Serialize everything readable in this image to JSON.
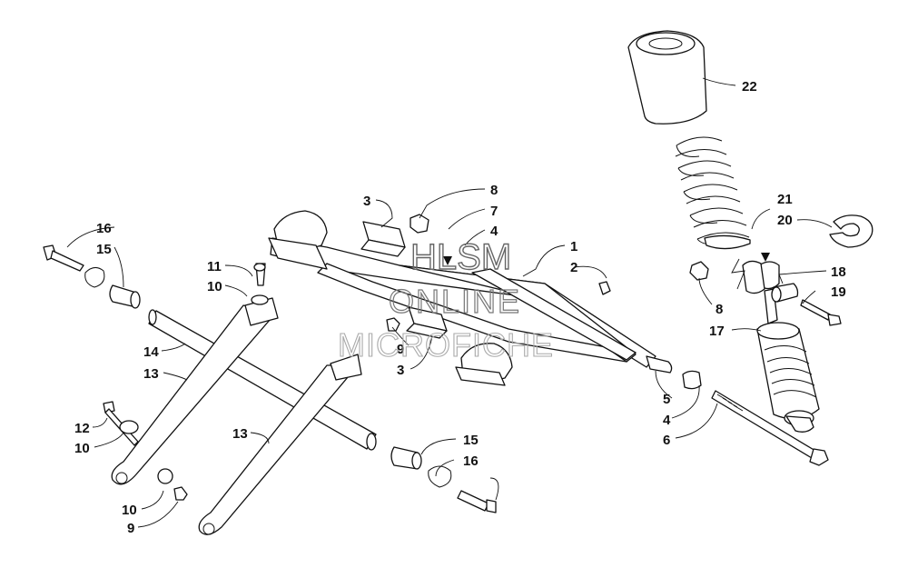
{
  "watermark": {
    "line1": "HLSM",
    "line2": "ONLINE",
    "line3": "MICROFICHE"
  },
  "callouts": [
    {
      "id": "c22",
      "text": "22"
    },
    {
      "id": "c21",
      "text": "21"
    },
    {
      "id": "c20",
      "text": "20"
    },
    {
      "id": "c18",
      "text": "18"
    },
    {
      "id": "c19",
      "text": "19"
    },
    {
      "id": "c8r",
      "text": "8"
    },
    {
      "id": "c17",
      "text": "17"
    },
    {
      "id": "c8t",
      "text": "8"
    },
    {
      "id": "c7",
      "text": "7"
    },
    {
      "id": "c4t",
      "text": "4"
    },
    {
      "id": "c3t",
      "text": "3"
    },
    {
      "id": "c1",
      "text": "1"
    },
    {
      "id": "c2",
      "text": "2"
    },
    {
      "id": "c9m",
      "text": "9"
    },
    {
      "id": "c3m",
      "text": "3"
    },
    {
      "id": "c5",
      "text": "5"
    },
    {
      "id": "c4m",
      "text": "4"
    },
    {
      "id": "c6",
      "text": "6"
    },
    {
      "id": "c11",
      "text": "11"
    },
    {
      "id": "c10t",
      "text": "10"
    },
    {
      "id": "c16t",
      "text": "16"
    },
    {
      "id": "c15t",
      "text": "15"
    },
    {
      "id": "c14",
      "text": "14"
    },
    {
      "id": "c13l",
      "text": "13"
    },
    {
      "id": "c12",
      "text": "12"
    },
    {
      "id": "c10m",
      "text": "10"
    },
    {
      "id": "c10b",
      "text": "10"
    },
    {
      "id": "c9b",
      "text": "9"
    },
    {
      "id": "c13r",
      "text": "13"
    },
    {
      "id": "c15b",
      "text": "15"
    },
    {
      "id": "c16b",
      "text": "16"
    }
  ]
}
